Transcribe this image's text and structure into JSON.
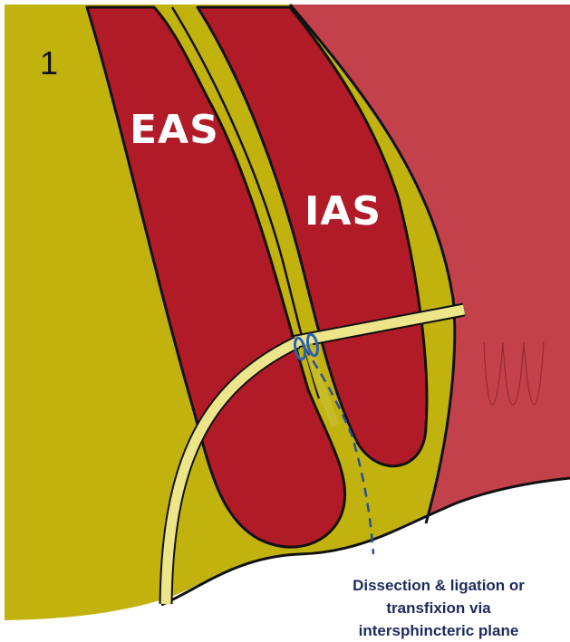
{
  "panel_number": "1",
  "labels": {
    "external_sphincter": "EAS",
    "internal_sphincter": "IAS"
  },
  "caption_lines": [
    "Dissection & ligation or",
    "transfixion via",
    "intersphincteric plane"
  ],
  "colors": {
    "fat": "#c2b20e",
    "muscle": "#b01b27",
    "mucosa": "#c3414a",
    "fistula_tract": "#ece58a",
    "outline": "#111111",
    "dashed_plane": "#2a4f9a",
    "ligature": "#2b63b3",
    "caption_text": "#1f2a5c"
  }
}
